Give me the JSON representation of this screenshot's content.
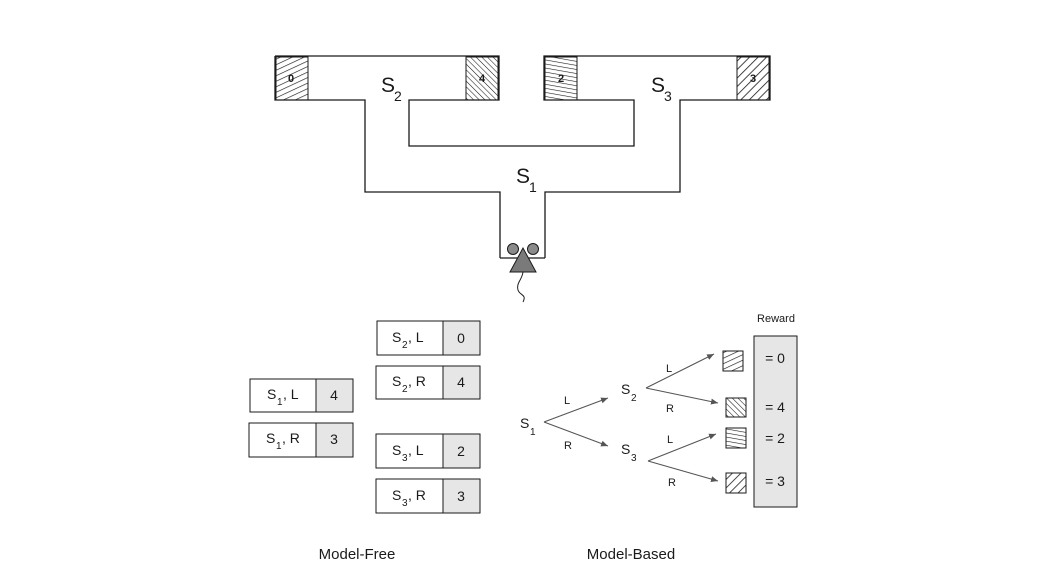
{
  "maze": {
    "s1": {
      "letter": "S",
      "sub": "1"
    },
    "s2": {
      "letter": "S",
      "sub": "2"
    },
    "s3": {
      "letter": "S",
      "sub": "3"
    },
    "rewards": [
      "0",
      "4",
      "2",
      "3"
    ]
  },
  "model_free": {
    "caption": "Model-Free",
    "rows": [
      {
        "state": "S",
        "sub": "1",
        "action": ", L",
        "value": "4"
      },
      {
        "state": "S",
        "sub": "1",
        "action": ", R",
        "value": "3"
      },
      {
        "state": "S",
        "sub": "2",
        "action": ", L",
        "value": "0"
      },
      {
        "state": "S",
        "sub": "2",
        "action": ", R",
        "value": "4"
      },
      {
        "state": "S",
        "sub": "3",
        "action": ", L",
        "value": "2"
      },
      {
        "state": "S",
        "sub": "3",
        "action": ", R",
        "value": "3"
      }
    ]
  },
  "model_based": {
    "caption": "Model-Based",
    "reward_header": "Reward",
    "root": {
      "letter": "S",
      "sub": "1"
    },
    "mid_upper": {
      "letter": "S",
      "sub": "2"
    },
    "mid_lower": {
      "letter": "S",
      "sub": "3"
    },
    "edge_labels": {
      "root_up": "L",
      "root_down": "R",
      "s2_up": "L",
      "s2_down": "R",
      "s3_up": "L",
      "s3_down": "R"
    },
    "reward_values": [
      "= 0",
      "= 4",
      "= 2",
      "= 3"
    ]
  },
  "colors": {
    "line": "#1a1a1a",
    "value_cell": "#e6e6e6",
    "mouse": "#7a7a7a"
  }
}
